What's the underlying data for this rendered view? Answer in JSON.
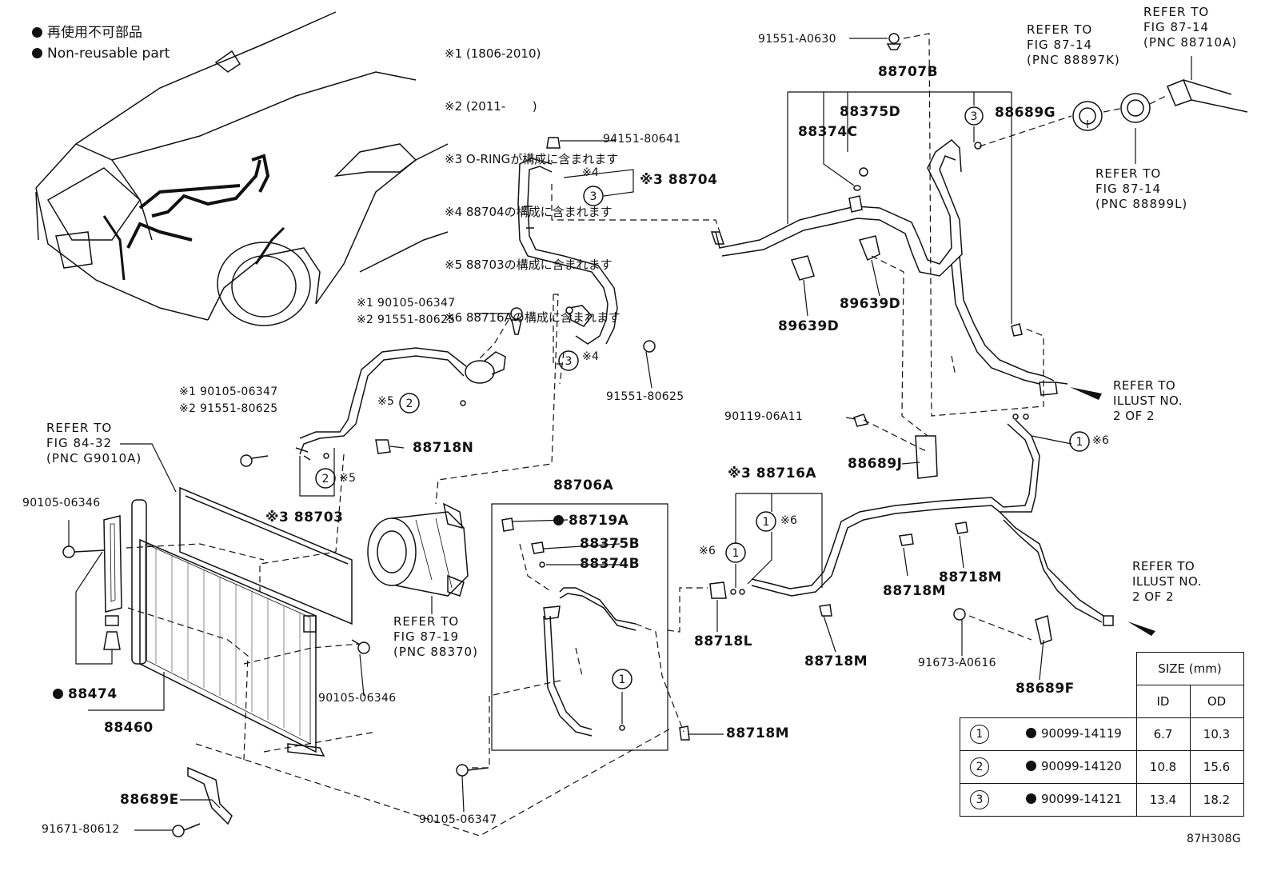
{
  "legend": {
    "jp": "再使用不可部品",
    "en": "Non-reusable part"
  },
  "notes": [
    "※1 (1806-2010)",
    "※2 (2011-       )",
    "※3 O-RINGが構成に含まれます",
    "※4 88704の構成に含まれます",
    "※5 88703の構成に含まれます",
    "※6 88716Aの構成に含まれます"
  ],
  "refs": {
    "fig84": "REFER TO\nFIG 84-32\n(PNC G9010A)",
    "fig87_19": "REFER TO\nFIG 87-19\n(PNC 88370)",
    "fig87_14_k": "REFER TO\nFIG 87-14\n(PNC 88897K)",
    "fig87_14_a": "REFER TO\nFIG 87-14\n(PNC 88710A)",
    "fig87_14_l": "REFER TO\nFIG 87-14\n(PNC 88899L)",
    "illust2_a": "REFER TO\nILLUST NO.\n2 OF 2",
    "illust2_b": "REFER TO\nILLUST NO.\n2 OF 2"
  },
  "parts": {
    "p91551_A0630": "91551-A0630",
    "p88707B": "88707B",
    "p88375D": "88375D",
    "p88374C": "88374C",
    "p88689G": "88689G",
    "p94151_80641": "94151-80641",
    "p88704_mark": "※4",
    "p88704": "※3 88704",
    "p89639D_a": "89639D",
    "p89639D_b": "89639D",
    "p90105_06347_a": "※1 90105-06347",
    "p91551_80625_a": "※2 91551-80625",
    "p3_4_mark": "※4",
    "p91551_80625": "91551-80625",
    "p90105_06347_b": "※1 90105-06347",
    "p91551_80625_b": "※2 91551-80625",
    "p5_mark_a": "※5",
    "p88718N": "88718N",
    "p5_mark_b": "※5",
    "p88703": "※3 88703",
    "p90119_06A11": "90119-06A11",
    "p88689J": "88689J",
    "p88716A": "※3 88716A",
    "p6_mark_a": "※6",
    "p6_mark_b": "※6",
    "p6_mark_c": "※6",
    "p88706A": "88706A",
    "p88719A": "88719A",
    "p88375B": "88375B",
    "p88374B": "88374B",
    "p90105_06346_a": "90105-06346",
    "p90105_06346_b": "90105-06346",
    "p88474": "88474",
    "p88460": "88460",
    "p88718L": "88718L",
    "p88718M_a": "88718M",
    "p88718M_b": "88718M",
    "p88718M_c": "88718M",
    "p88718M_d": "88718M",
    "p91673_A0616": "91673-A0616",
    "p88689F": "88689F",
    "p88689E": "88689E",
    "p91671_80612": "91671-80612",
    "p90105_06347_c": "90105-06347",
    "code": "87H308G"
  },
  "size_table": {
    "title": "SIZE (mm)",
    "col_id": "ID",
    "col_od": "OD",
    "rows": [
      {
        "ref": "1",
        "part": "90099-14119",
        "id": "6.7",
        "od": "10.3"
      },
      {
        "ref": "2",
        "part": "90099-14120",
        "id": "10.8",
        "od": "15.6"
      },
      {
        "ref": "3",
        "part": "90099-14121",
        "id": "13.4",
        "od": "18.2"
      }
    ]
  }
}
